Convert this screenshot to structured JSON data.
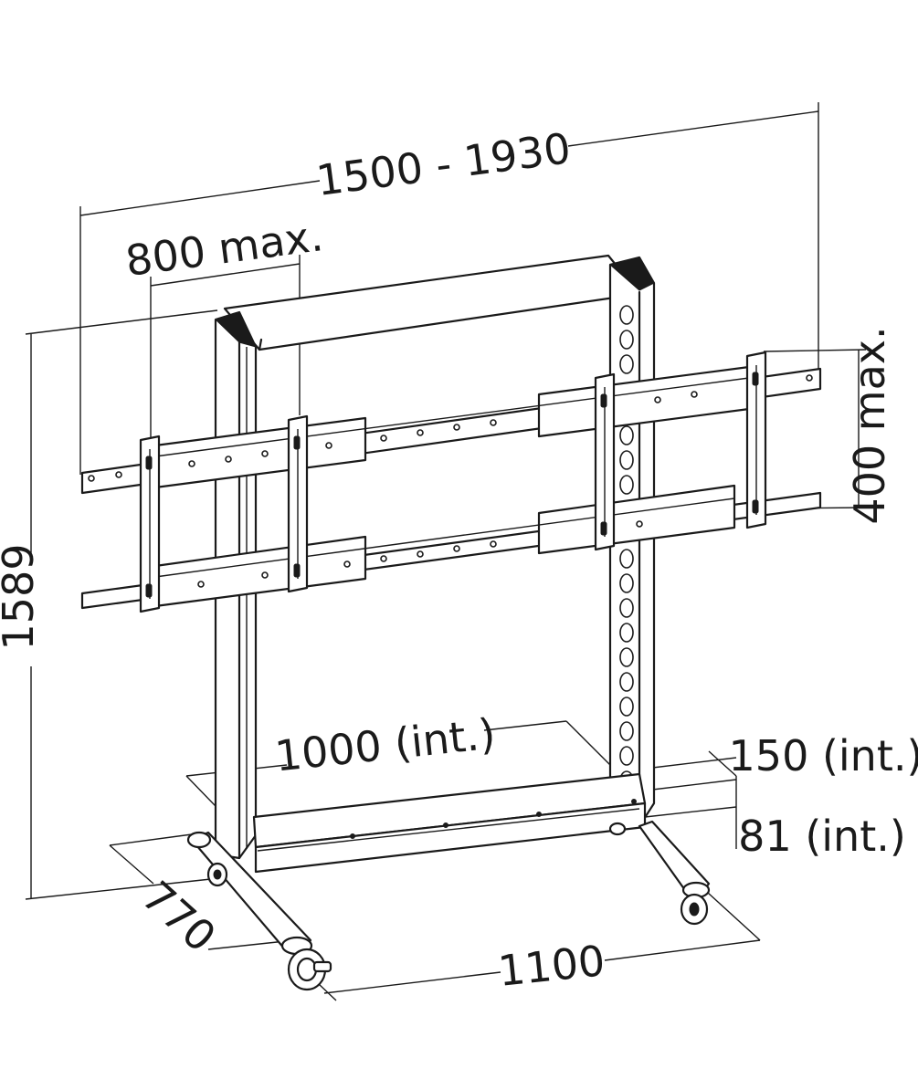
{
  "dimensions": {
    "overall_width": "1500 - 1930",
    "vesa_width": "800 max.",
    "vesa_height": "400 max.",
    "total_height": "1589",
    "internal_width": "1000 (int.)",
    "shelf_depth": "150 (int.)",
    "shelf_height": "81 (int.)",
    "base_depth": "770",
    "base_width": "1100"
  }
}
